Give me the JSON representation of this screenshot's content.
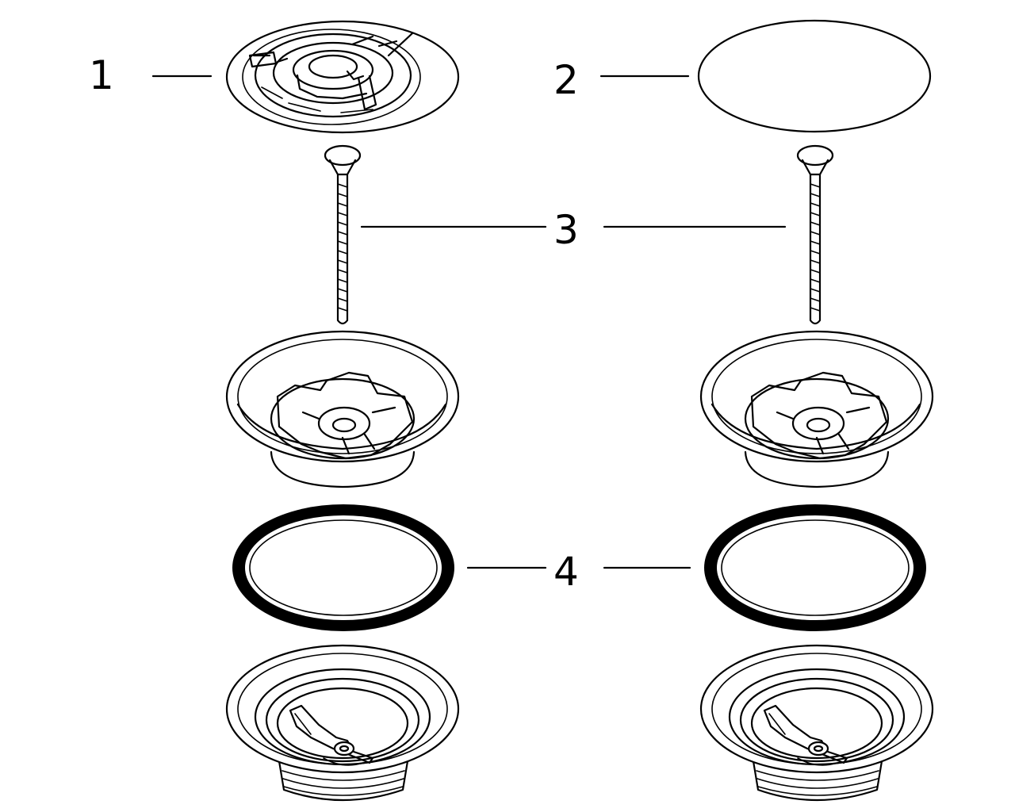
{
  "diagram": {
    "type": "exploded-parts-drawing",
    "callouts": [
      {
        "id": "1",
        "text": "1"
      },
      {
        "id": "2",
        "text": "2"
      },
      {
        "id": "3",
        "text": "3"
      },
      {
        "id": "4",
        "text": "4"
      }
    ],
    "colors": {
      "ink": "#000000",
      "background": "#ffffff"
    }
  }
}
